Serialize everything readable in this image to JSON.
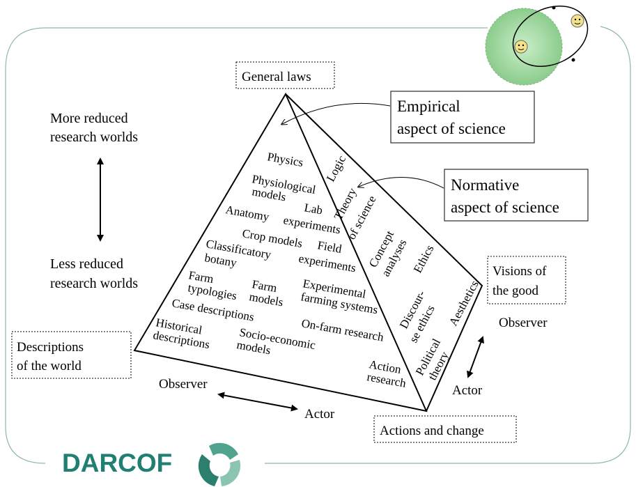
{
  "side": {
    "top_line1": "More reduced",
    "top_line2": "research worlds",
    "bottom_line1": "Less reduced",
    "bottom_line2": "research worlds"
  },
  "boxes": {
    "general_laws": "General laws",
    "descriptions_line1": "Descriptions",
    "descriptions_line2": "of the world",
    "visions_line1": "Visions of",
    "visions_line2": "the good",
    "actions": "Actions and change",
    "empirical_line1": "Empirical",
    "empirical_line2": "aspect of science",
    "normative_line1": "Normative",
    "normative_line2": "aspect of science"
  },
  "axes": {
    "observer_left": "Observer",
    "actor_left": "Actor",
    "observer_right": "Observer",
    "actor_right": "Actor"
  },
  "front_face": {
    "physics": "Physics",
    "physio1": "Physiological",
    "physio2": "models",
    "anatomy": "Anatomy",
    "lab1": "Lab",
    "lab2": "experiments",
    "crop": "Crop models",
    "class1": "Classificatory",
    "class2": "botany",
    "field1": "Field",
    "field2": "experiments",
    "farmtyp1": "Farm",
    "farmtyp2": "typologies",
    "farmmod1": "Farm",
    "farmmod2": "models",
    "expfarm1": "Experimental",
    "expfarm2": "farming systems",
    "case": "Case descriptions",
    "onfarm": "On-farm research",
    "hist1": "Historical",
    "hist2": "descriptions",
    "socio1": "Socio-economic",
    "socio2": "models",
    "action1": "Action",
    "action2": "research"
  },
  "side_face": {
    "logic": "Logic",
    "theory1": "Theory",
    "theory2": "of science",
    "concept1": "Concept",
    "concept2": "analyses",
    "ethics": "Ethics",
    "disc1": "Discour-",
    "disc2": "se ethics",
    "aesthetics": "Aesthetics",
    "pol1": "Political",
    "pol2": "theory"
  },
  "logo": {
    "text": "DARCOF"
  },
  "colors": {
    "frame": "#8cb8a8",
    "logo": "#1f7f70",
    "circle_fill": "#9ed69e"
  }
}
